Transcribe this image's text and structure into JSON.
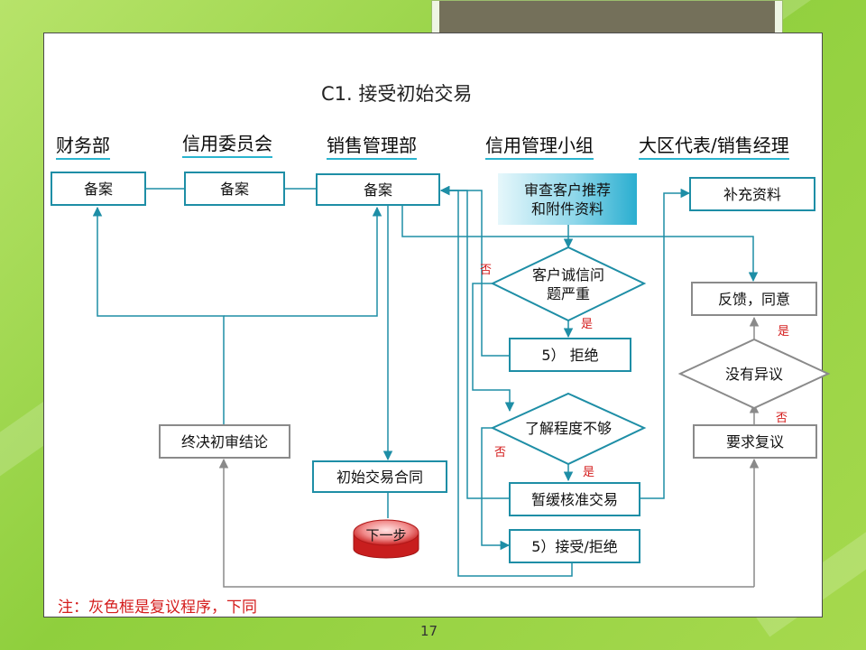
{
  "title": "C1. 接受初始交易",
  "columns": [
    "财务部",
    "信用委员会",
    "销售管理部",
    "信用管理小组",
    "大区代表/销售经理"
  ],
  "boxes": {
    "finance_file": "备案",
    "committee_file": "备案",
    "sales_file": "备案",
    "review_docs_1": "审查客户推荐",
    "review_docs_2": "和附件资料",
    "supplement": "补充资料",
    "integrity_1": "客户诚信问",
    "integrity_2": "题严重",
    "reject": "5） 拒绝",
    "understanding": "了解程度不够",
    "suspend": "暂缓核准交易",
    "accept_reject": "5）接受/拒绝",
    "feedback_agree": "反馈，同意",
    "no_objection": "没有异议",
    "request_review": "要求复议",
    "final_conclusion": "终决初审结论",
    "initial_contract": "初始交易合同",
    "next_step": "下一步"
  },
  "labels": {
    "no": "否",
    "yes": "是"
  },
  "note": "注：灰色框是复议程序，下同",
  "page_number": "17",
  "colors": {
    "line": "#1e8ea6",
    "gray_line": "#8a8a8a",
    "red_text": "#d41c1c",
    "header_underline": "#2bb4cf"
  }
}
